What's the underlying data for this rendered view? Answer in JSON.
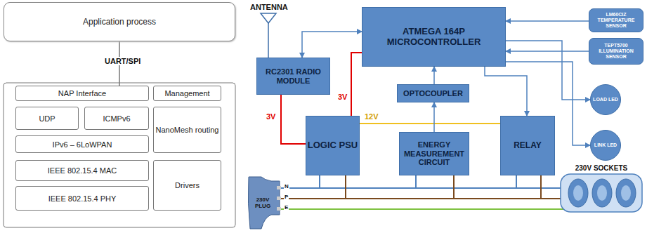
{
  "diagram": {
    "nodes": [
      {
        "text": [
          "Application process"
        ]
      },
      {
        "text": [
          "NAP Interface"
        ]
      },
      {
        "text": [
          "Management"
        ]
      },
      {
        "text": [
          "UDP"
        ]
      },
      {
        "text": [
          "ICMPv6"
        ]
      },
      {
        "text": [
          "NanoMesh routing"
        ]
      },
      {
        "text": [
          "IPv6 – 6LoWPAN"
        ]
      },
      {
        "text": [
          "IEEE 802.15.4 MAC"
        ]
      },
      {
        "text": [
          "Drivers"
        ]
      },
      {
        "text": [
          "IEEE 802.15.4 PHY"
        ]
      },
      {
        "text": [
          "ATMEGA 164P MICROCONTROLLER"
        ]
      },
      {
        "text": [
          "LM60CIZ TEMPERATURE SENSOR"
        ]
      },
      {
        "text": [
          "RC2301 RADIO MODULE"
        ]
      },
      {
        "text": [
          "TEPT5700 ILLUMINATION SENSOR"
        ]
      },
      {
        "text": [
          "OPTOCOUPLER"
        ]
      },
      {
        "text": [
          "LOAD LED"
        ]
      },
      {
        "text": [
          "LOGIC PSU"
        ]
      },
      {
        "text": [
          "ENERGY MEASUREMENT CIRCUIT"
        ]
      },
      {
        "text": [
          "RELAY"
        ]
      },
      {
        "text": [
          "LINK LED"
        ]
      },
      {
        "text": [
          "230V SOCKETS"
        ]
      }
    ],
    "edges": [
      {
        "from": 0,
        "to": 1,
        "arrow": "none",
        "label": "UART/SPI"
      },
      {
        "from": 12,
        "to": 10,
        "arrow": "both"
      },
      {
        "from": 16,
        "to": 12,
        "arrow": "none",
        "label": "3V"
      },
      {
        "from": 16,
        "to": 10,
        "arrow": "none",
        "label": "3V"
      },
      {
        "from": 16,
        "to": 18,
        "arrow": "none",
        "label": "12V"
      },
      {
        "from": 17,
        "to": 14,
        "arrow": "to"
      },
      {
        "from": 14,
        "to": 10,
        "arrow": "to"
      },
      {
        "from": 10,
        "to": 18,
        "arrow": "to"
      },
      {
        "from": 11,
        "to": 10,
        "arrow": "to"
      },
      {
        "from": 13,
        "to": 10,
        "arrow": "to"
      },
      {
        "from": 10,
        "to": 15,
        "arrow": "to"
      },
      {
        "from": 10,
        "to": 19,
        "arrow": "to"
      }
    ],
    "labels": [
      "ANTENNA",
      "230V PLUG",
      "N",
      "P",
      "E"
    ]
  }
}
